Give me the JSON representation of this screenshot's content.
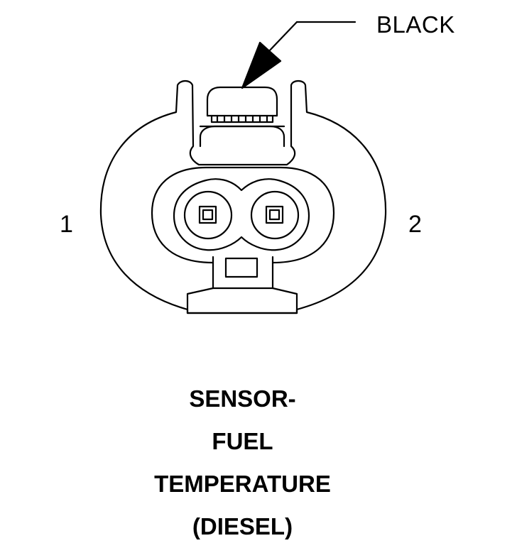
{
  "connector": {
    "color_label": "BLACK",
    "pins": [
      "1",
      "2"
    ]
  },
  "caption": {
    "lines": [
      "SENSOR-",
      "FUEL",
      "TEMPERATURE",
      "(DIESEL)"
    ]
  }
}
